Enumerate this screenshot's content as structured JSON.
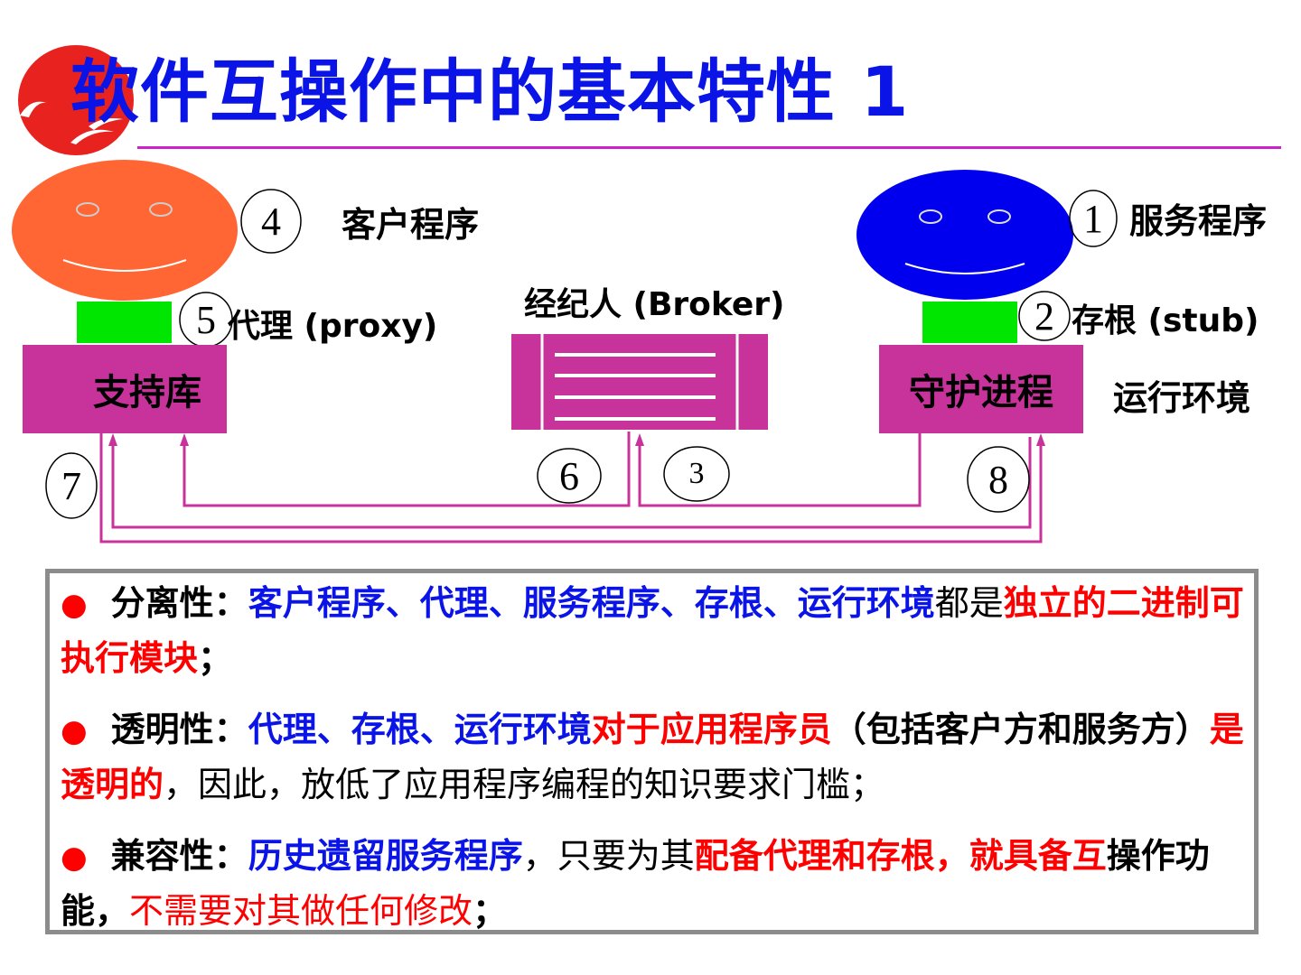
{
  "title": "软件互操作中的基本特性 1",
  "diagram": {
    "client_label": "客户程序",
    "server_label": "服务程序",
    "proxy_label": "代理 (proxy)",
    "stub_label": "存根 (stub)",
    "broker_label": "经纪人 (Broker)",
    "library_label": "支持库",
    "daemon_label": "守护进程",
    "runtime_label": "运行环境",
    "num1": "1",
    "num2": "2",
    "num3": "3",
    "num4": "4",
    "num5": "5",
    "num6": "6",
    "num7": "7",
    "num8": "8"
  },
  "points": [
    {
      "bullet": "●",
      "head": "分离性：",
      "s1": "客户程序、代理、服务程序、存根、运行环境",
      "s2": "都是",
      "s3": "独立的二进制可执行模块",
      "s4": "；"
    },
    {
      "bullet": "●",
      "head": "透明性：",
      "s1": "代理、存根、运行环境",
      "s2": "对于应用程序员",
      "s3": "（包括客户方和服务方）",
      "s4": "是透明的",
      "s5": "，因此，放低了应用程序编程的知识要求门槛；"
    },
    {
      "bullet": "●",
      "head": "兼容性：",
      "s1": "历史遗留服务程序",
      "s2": "，只要为其",
      "s3": "配备代理和存根，就具备互",
      "s4": "操作功能，",
      "s5": "不需要对其做任何修改",
      "s6": "；"
    }
  ],
  "colors": {
    "title_blue": "#0a14e6",
    "magenta": "#c8329b",
    "green": "#00e600",
    "client_face": "#ff6633",
    "server_face": "#0000ee",
    "red": "#ff0000"
  }
}
